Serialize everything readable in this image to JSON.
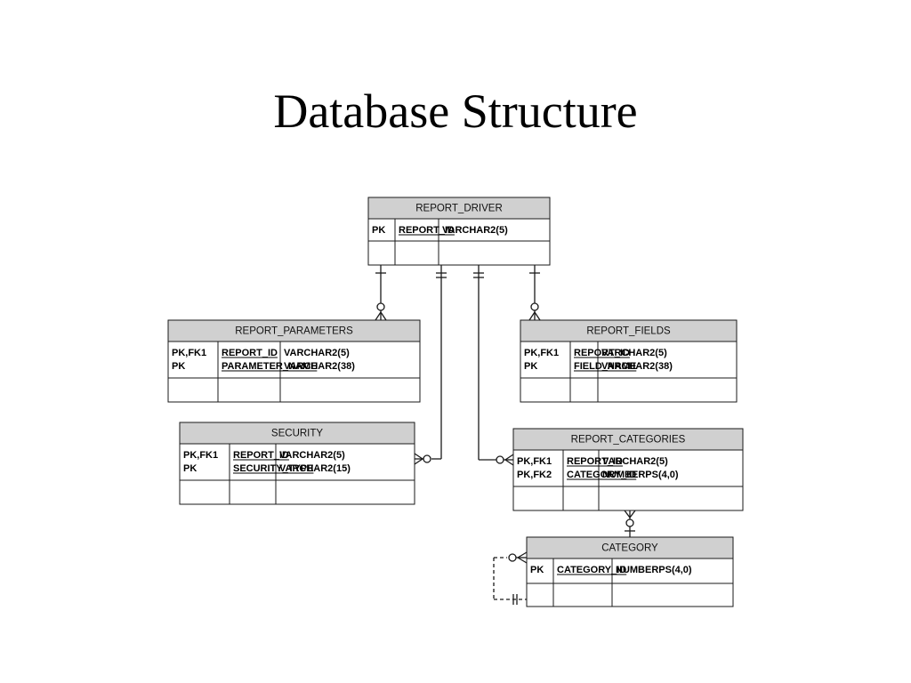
{
  "slide": {
    "title": "Database Structure"
  },
  "colors": {
    "header_fill": "#d0d0d0",
    "line": "#1a1a1a",
    "background": "#ffffff"
  },
  "entities": [
    {
      "key": "report_driver",
      "name": "REPORT_DRIVER",
      "rows": [
        {
          "key": "PK",
          "field": "REPORT_ID",
          "type": "VARCHAR2(5)"
        }
      ]
    },
    {
      "key": "report_parameters",
      "name": "REPORT_PARAMETERS",
      "rows": [
        {
          "key": "PK,FK1",
          "field": "REPORT_ID",
          "type": "VARCHAR2(5)"
        },
        {
          "key": "PK",
          "field": "PARAMETER_NAME",
          "type": "VARCHAR2(38)"
        }
      ]
    },
    {
      "key": "report_fields",
      "name": "REPORT_FIELDS",
      "rows": [
        {
          "key": "PK,FK1",
          "field": "REPORT_ID",
          "type": "VARCHAR2(5)"
        },
        {
          "key": "PK",
          "field": "FIELD_NAME",
          "type": "VARCHAR2(38)"
        }
      ]
    },
    {
      "key": "security",
      "name": "SECURITY",
      "rows": [
        {
          "key": "PK,FK1",
          "field": "REPORT_ID",
          "type": "VARCHAR2(5)"
        },
        {
          "key": "PK",
          "field": "SECURITY_TYPE",
          "type": "VARCHAR2(15)"
        }
      ]
    },
    {
      "key": "report_categories",
      "name": "REPORT_CATEGORIES",
      "rows": [
        {
          "key": "PK,FK1",
          "field": "REPORT_ID",
          "type": "VARCHAR2(5)"
        },
        {
          "key": "PK,FK2",
          "field": "CATEGORY_ID",
          "type": "NUMBERPS(4,0)"
        }
      ]
    },
    {
      "key": "category",
      "name": "CATEGORY",
      "rows": [
        {
          "key": "PK",
          "field": "CATEGORY_ID",
          "type": "NUMBERPS(4,0)"
        }
      ]
    }
  ]
}
